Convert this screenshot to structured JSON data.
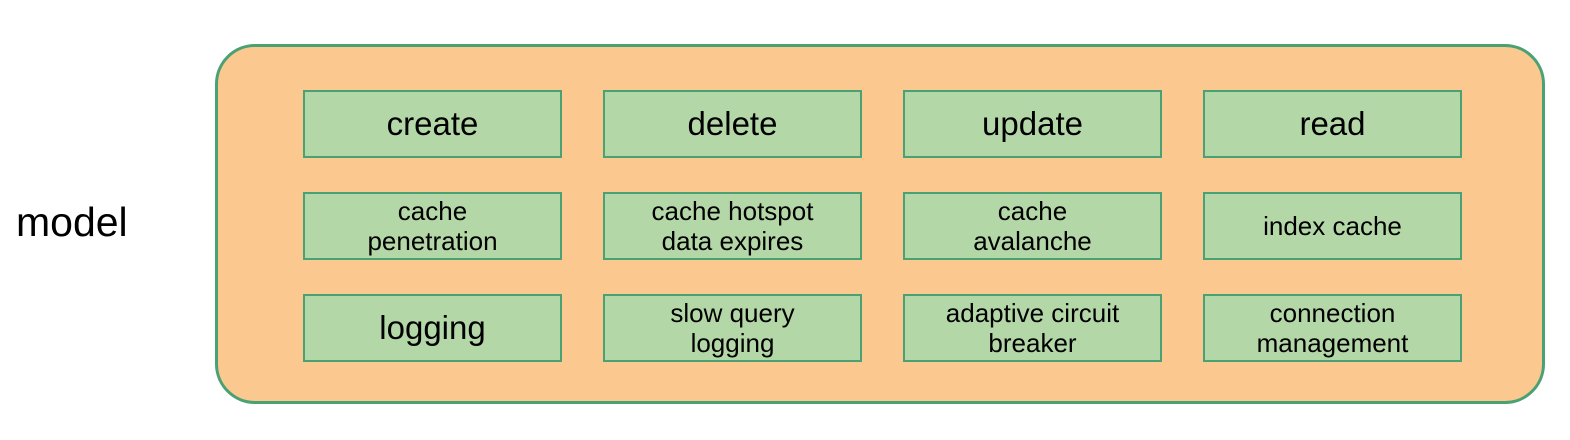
{
  "diagram": {
    "group_label": "model",
    "colors": {
      "container_fill": "#fbc98f",
      "container_border": "#4aa173",
      "node_fill": "#b4d7a8",
      "node_border": "#4aa173",
      "text": "#000000",
      "page_background": "#ffffff"
    },
    "rows": [
      {
        "nodes": [
          {
            "label": "create"
          },
          {
            "label": "delete"
          },
          {
            "label": "update"
          },
          {
            "label": "read"
          }
        ]
      },
      {
        "nodes": [
          {
            "label": "cache\npenetration"
          },
          {
            "label": "cache hotspot\ndata expires"
          },
          {
            "label": "cache\navalanche"
          },
          {
            "label": "index cache"
          }
        ]
      },
      {
        "nodes": [
          {
            "label": "logging"
          },
          {
            "label": "slow query\nlogging"
          },
          {
            "label": "adaptive circuit\nbreaker"
          },
          {
            "label": "connection\nmanagement"
          }
        ]
      }
    ]
  }
}
